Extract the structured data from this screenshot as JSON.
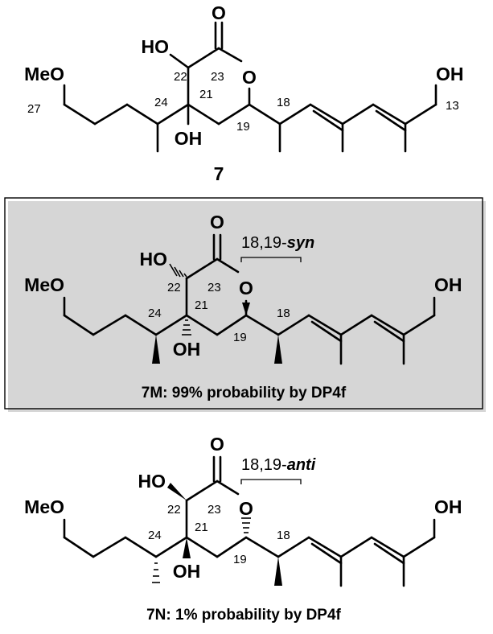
{
  "atoms": {
    "carbonyl_o": "O",
    "hydroxyl_22": "HO",
    "ring_o": "O",
    "methoxy": "MeO",
    "hydroxyl_21": "OH",
    "hydroxyl_13": "OH"
  },
  "panels": [
    {
      "compound_label": "7",
      "numbers": {
        "n22": "22",
        "n23": "23",
        "n21": "21",
        "n24": "24",
        "n27": "27",
        "n19": "19",
        "n18": "18",
        "n13": "13"
      },
      "caption": "",
      "relative_config": ""
    },
    {
      "compound_label": "",
      "numbers": {
        "n22": "22",
        "n23": "23",
        "n21": "21",
        "n24": "24",
        "n19": "19",
        "n18": "18"
      },
      "caption": "7M: 99% probability by DP4f",
      "relative_config": {
        "prefix": "18,19-",
        "term": "syn"
      }
    },
    {
      "compound_label": "",
      "numbers": {
        "n22": "22",
        "n23": "23",
        "n21": "21",
        "n24": "24",
        "n19": "19",
        "n18": "18"
      },
      "caption": "7N: 1% probability by DP4f",
      "relative_config": {
        "prefix": "18,19-",
        "term": "anti"
      }
    }
  ]
}
